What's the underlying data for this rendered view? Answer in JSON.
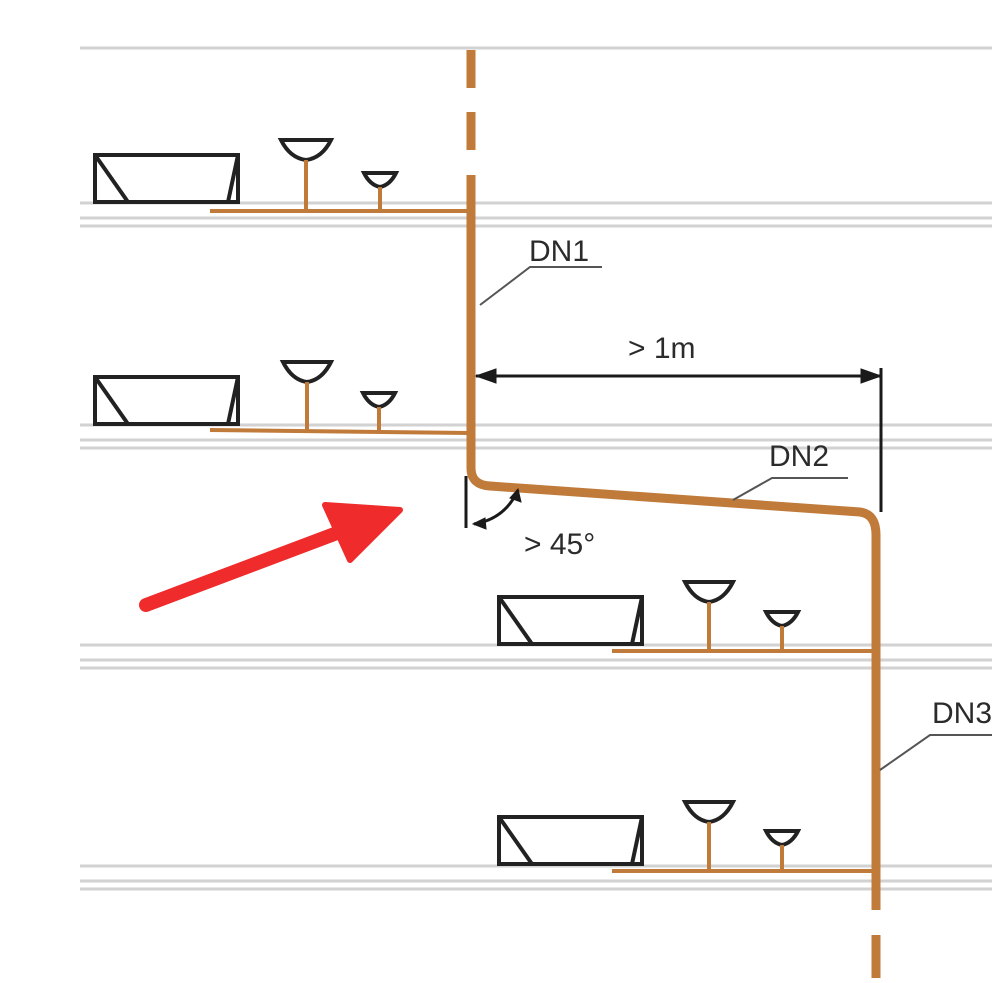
{
  "labels": {
    "dn1": "DN1",
    "dn2": "DN2",
    "dn3": "DN3",
    "min_offset": "> 1m",
    "min_angle": "> 45°"
  },
  "colors": {
    "pipe": "#c07a3a",
    "fixture_outline": "#222222",
    "floor_line": "#d2d2d2",
    "dimension": "#1a1a1a",
    "leader": "#555555",
    "arrow": "#ef2b2b"
  }
}
